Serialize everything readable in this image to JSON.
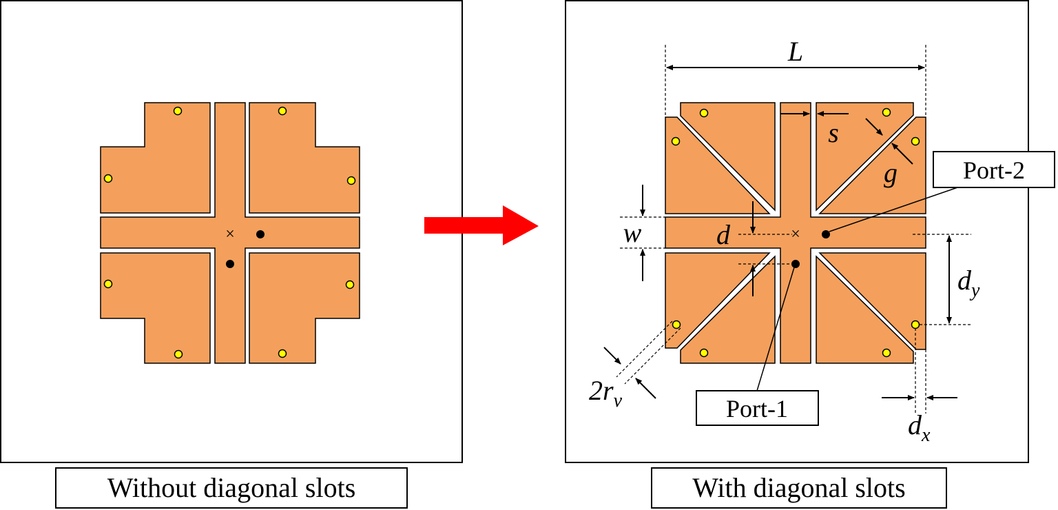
{
  "left_panel": {
    "caption": "Without diagonal slots"
  },
  "right_panel": {
    "caption": "With diagonal slots",
    "dimension_labels": {
      "L": "L",
      "s": "s",
      "g": "g",
      "w": "w",
      "d": "d",
      "dy_main": "d",
      "dy_sub": "y",
      "dx_main": "d",
      "dx_sub": "x",
      "rv_prefix": "2r",
      "rv_sub": "v"
    },
    "port_labels": {
      "port1": "Port-1",
      "port2": "Port-2"
    }
  },
  "center_symbol": "×",
  "colors": {
    "patch_fill": "#F4A05C",
    "via_fill": "#FFFF00",
    "arrow_red": "#FF0000",
    "stroke": "#000000",
    "background": "#FFFFFF"
  }
}
